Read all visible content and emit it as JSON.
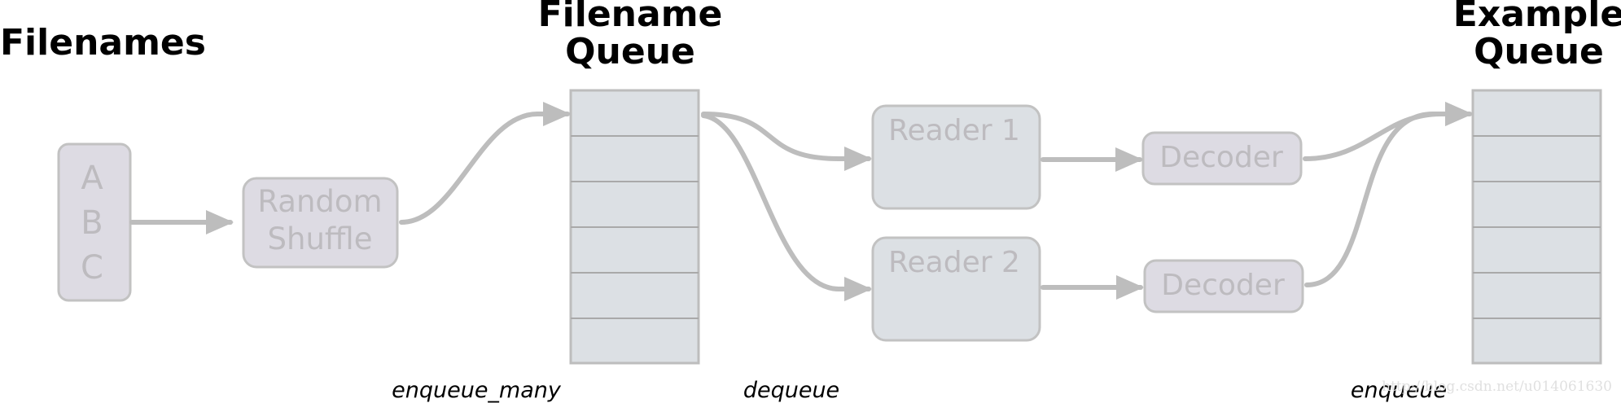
{
  "headings": {
    "filenames": "Filenames",
    "filename_queue_line1": "Filename",
    "filename_queue_line2": "Queue",
    "example_queue_line1": "Example",
    "example_queue_line2": "Queue"
  },
  "filenames_box": {
    "items": [
      "A",
      "B",
      "C"
    ]
  },
  "shuffle": {
    "line1": "Random",
    "line2": "Shuffle"
  },
  "readers": [
    {
      "label": "Reader 1"
    },
    {
      "label": "Reader 2"
    }
  ],
  "decoders": [
    {
      "label": "Decoder"
    },
    {
      "label": "Decoder"
    }
  ],
  "operations": {
    "enqueue_many": "enqueue_many",
    "dequeue": "dequeue",
    "enqueue": "enqueue"
  },
  "watermark": "http://blog.csdn.net/u014061630",
  "colors": {
    "filename_box_fill": "#dddbe3",
    "reader_fill": "#dce0e4",
    "queue_fill": "#dce0e4",
    "box_stroke": "#c2c2c2",
    "arrow": "#bdbdbd",
    "label_text": "#bdbbbf"
  }
}
